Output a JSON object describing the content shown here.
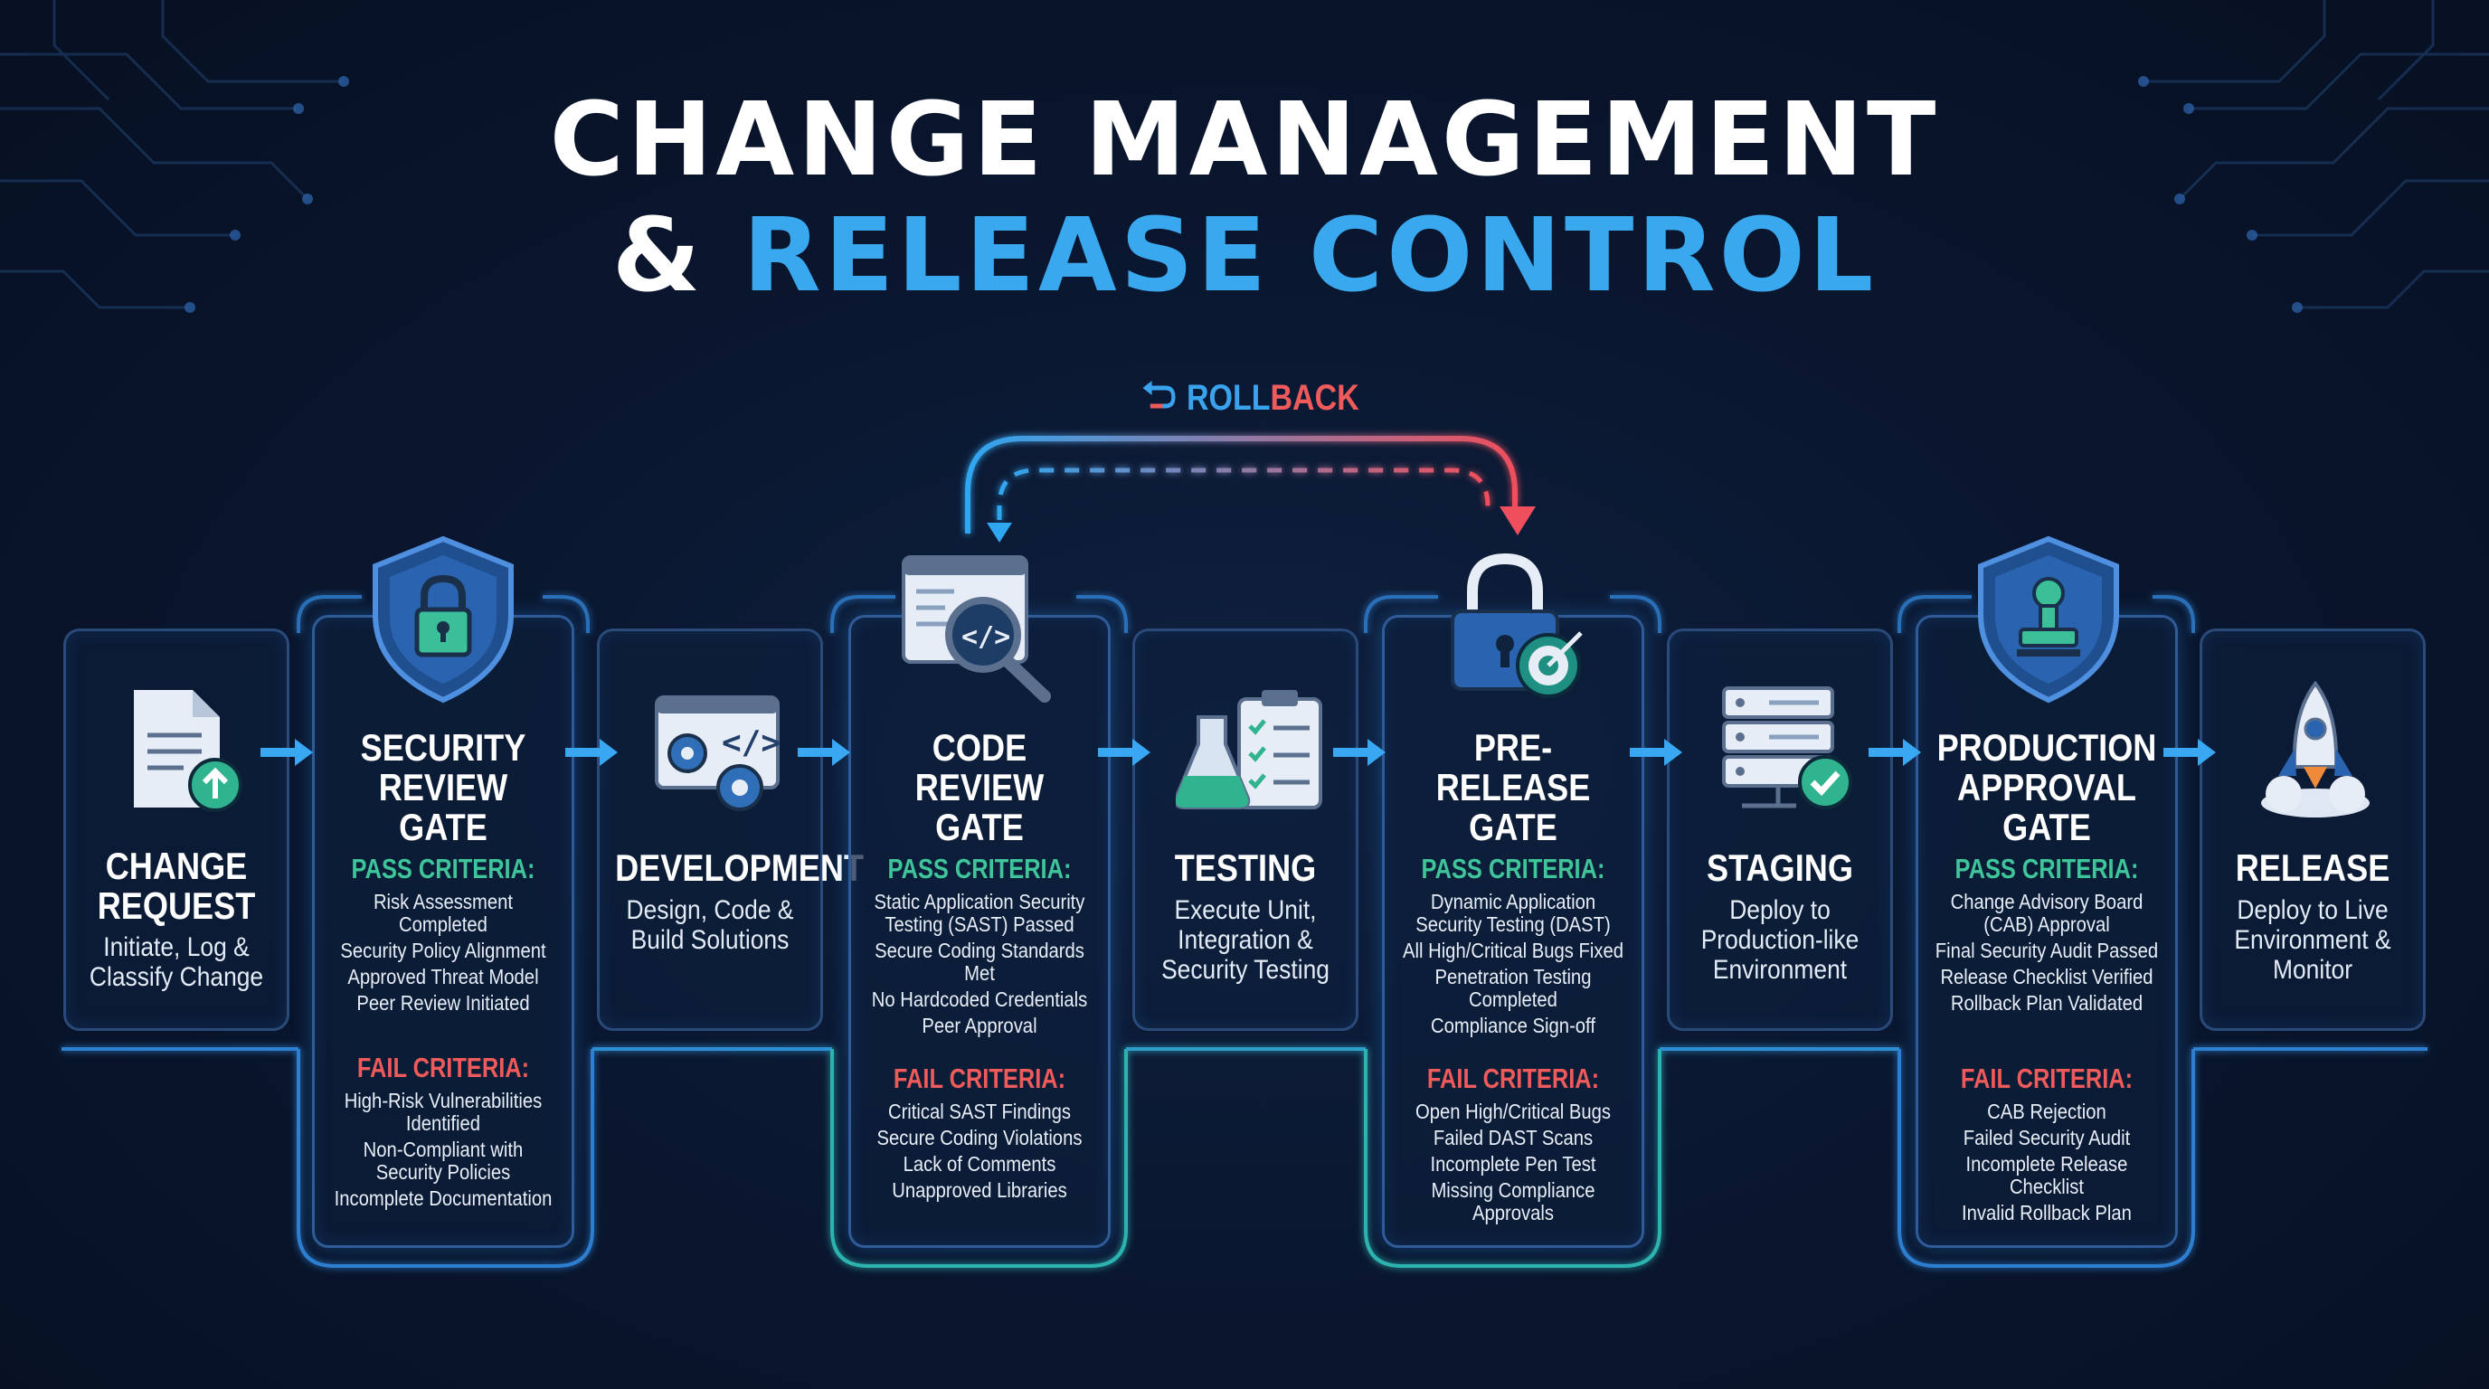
{
  "title": {
    "line1": "CHANGE MANAGEMENT",
    "line2_amp": "&",
    "line2_accent": "RELEASE CONTROL"
  },
  "rollback": {
    "part1": "ROLL",
    "part2": "BACK",
    "icon": "undo-arrow-icon"
  },
  "colors": {
    "accent_blue": "#39a8ee",
    "pass_green": "#3fc59a",
    "fail_red": "#ef5a5a",
    "background": "#0a1730"
  },
  "stages": [
    {
      "id": "change-request",
      "icon": "document-upload-icon",
      "title": [
        "CHANGE",
        "REQUEST"
      ],
      "description": [
        "Initiate, Log &",
        "Classify Change"
      ]
    },
    {
      "id": "security-review-gate",
      "icon": "shield-lock-icon",
      "title": [
        "SECURITY",
        "REVIEW GATE"
      ],
      "pass_label": "PASS CRITERIA:",
      "pass": [
        "Risk Assessment Completed",
        "Security Policy Alignment",
        "Approved Threat Model",
        "Peer Review Initiated"
      ],
      "fail_label": "FAIL CRITERIA:",
      "fail": [
        "High-Risk Vulnerabilities Identified",
        "Non-Compliant with Security Policies",
        "Incomplete Documentation"
      ]
    },
    {
      "id": "development",
      "icon": "code-gears-icon",
      "title": [
        "DEVELOPMENT"
      ],
      "description": [
        "Design, Code &",
        "Build Solutions"
      ]
    },
    {
      "id": "code-review-gate",
      "icon": "code-magnifier-icon",
      "title": [
        "CODE REVIEW",
        "GATE"
      ],
      "pass_label": "PASS CRITERIA:",
      "pass": [
        "Static Application Security Testing (SAST) Passed",
        "Secure Coding Standards Met",
        "No Hardcoded Credentials",
        "Peer Approval"
      ],
      "fail_label": "FAIL CRITERIA:",
      "fail": [
        "Critical SAST Findings",
        "Secure Coding Violations",
        "Lack of Comments",
        "Unapproved Libraries"
      ]
    },
    {
      "id": "testing",
      "icon": "flask-checklist-icon",
      "title": [
        "TESTING"
      ],
      "description": [
        "Execute Unit,",
        "Integration &",
        "Security Testing"
      ]
    },
    {
      "id": "pre-release-gate",
      "icon": "padlock-target-icon",
      "title": [
        "PRE-RELEASE",
        "GATE"
      ],
      "pass_label": "PASS CRITERIA:",
      "pass": [
        "Dynamic Application Security Testing (DAST)",
        "All High/Critical Bugs Fixed",
        "Penetration Testing Completed",
        "Compliance Sign-off"
      ],
      "fail_label": "FAIL CRITERIA:",
      "fail": [
        "Open High/Critical Bugs",
        "Failed DAST Scans",
        "Incomplete Pen Test",
        "Missing Compliance Approvals"
      ]
    },
    {
      "id": "staging",
      "icon": "server-check-icon",
      "title": [
        "STAGING"
      ],
      "description": [
        "Deploy to",
        "Production-like",
        "Environment"
      ]
    },
    {
      "id": "production-approval-gate",
      "icon": "shield-stamp-icon",
      "title": [
        "PRODUCTION",
        "APPROVAL GATE"
      ],
      "pass_label": "PASS CRITERIA:",
      "pass": [
        "Change Advisory Board (CAB) Approval",
        "Final Security Audit Passed",
        "Release Checklist Verified",
        "Rollback Plan Validated"
      ],
      "fail_label": "FAIL CRITERIA:",
      "fail": [
        "CAB Rejection",
        "Failed Security Audit",
        "Incomplete Release Checklist",
        "Invalid Rollback Plan"
      ]
    },
    {
      "id": "release",
      "icon": "rocket-icon",
      "title": [
        "RELEASE"
      ],
      "description": [
        "Deploy to Live",
        "Environment &",
        "Monitor"
      ]
    }
  ]
}
